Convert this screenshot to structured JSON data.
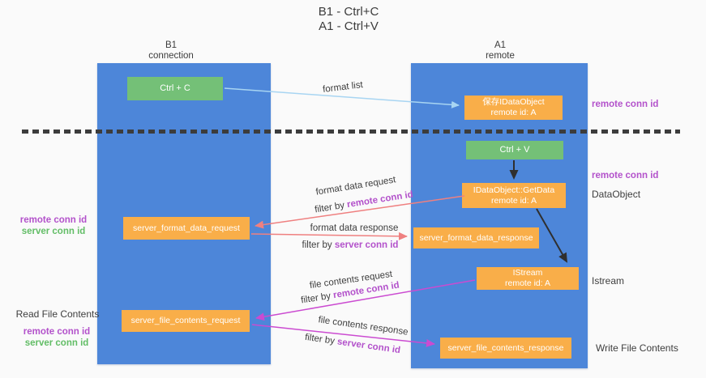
{
  "title": {
    "line1": "B1 - Ctrl+C",
    "line2": "A1 - Ctrl+V"
  },
  "columns": {
    "left": {
      "header_line1": "B1",
      "header_line2": "connection"
    },
    "right": {
      "header_line1": "A1",
      "header_line2": "remote"
    }
  },
  "boxes": {
    "ctrl_c": "Ctrl + C",
    "ctrl_v": "Ctrl + V",
    "ido_save_line1": "保存IDataObject",
    "ido_save_line2": "remote id: A",
    "getdata_line1": "IDataObject::GetData",
    "getdata_line2": "remote id: A",
    "istream_line1": "IStream",
    "istream_line2": "remote id: A",
    "format_request": "server_format_data_request",
    "format_response": "server_format_data_response",
    "file_request": "server_file_contents_request",
    "file_response": "server_file_contents_response"
  },
  "labels": {
    "format_list": "format list",
    "format_data_request": "format data request",
    "format_data_response": "format data response",
    "file_contents_request": "file contents request",
    "file_contents_response": "file contents response",
    "filter_by": "filter by ",
    "remote_conn_id": "remote conn id",
    "server_conn_id": "server conn id",
    "dataobject": "DataObject",
    "istream": "Istream",
    "read_file_contents": "Read File Contents",
    "write_file_contents": "Write File Contents"
  },
  "colors": {
    "background": "#fafafa",
    "column_blue": "#4d86d9",
    "box_green": "#74c077",
    "box_orange": "#f9ae49",
    "label_purple": "#b352cb",
    "label_green": "#62bd66",
    "arrow_light_blue": "#a8d5f2",
    "arrow_black": "#2f2f2f",
    "arrow_salmon": "#ef8080",
    "arrow_magenta": "#cb4bd1",
    "dash_line": "#3c3c3c",
    "text_dark": "#3e3e3e"
  }
}
